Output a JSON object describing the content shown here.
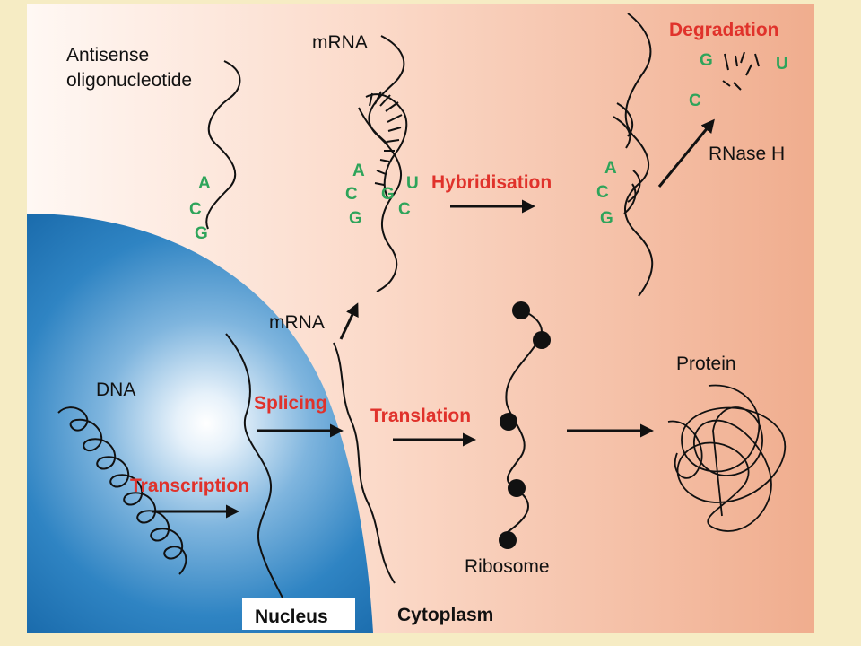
{
  "labels": {
    "antisense_line1": "Antisense",
    "antisense_line2": "oligonucleotide",
    "mrna_top": "mRNA",
    "degradation": "Degradation",
    "rnase": "RNase H",
    "hybridisation": "Hybridisation",
    "mrna_mid": "mRNA",
    "protein": "Protein",
    "dna": "DNA",
    "splicing": "Splicing",
    "translation": "Translation",
    "transcription": "Transcription",
    "ribosome": "Ribosome",
    "nucleus": "Nucleus",
    "cytoplasm": "Cytoplasm"
  },
  "bases": {
    "antisense": [
      "A",
      "C",
      "G"
    ],
    "mrna_pair_left": [
      "A",
      "C",
      "G"
    ],
    "mrna_pair_right": [
      "U",
      "G",
      "C"
    ],
    "hybrid": [
      "A",
      "C",
      "G"
    ],
    "fragments": [
      "G",
      "U",
      "C"
    ]
  },
  "colors": {
    "background": "#f6ecc4",
    "panel_left": "#fdf3ee",
    "panel_right": "#f2b69a",
    "nucleus": "#1c6fb1",
    "process_label": "#e0322b",
    "base_letter": "#2ea45a",
    "line": "#111111"
  }
}
